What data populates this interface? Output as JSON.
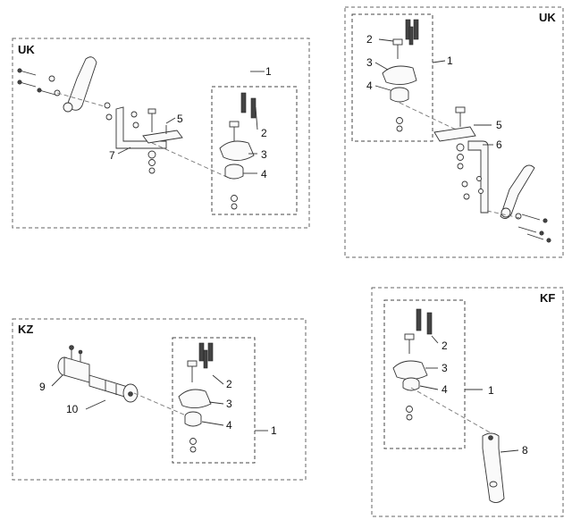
{
  "diagram": {
    "panels": [
      {
        "id": "uk-left",
        "code": "UK",
        "labels": [
          "1",
          "2",
          "3",
          "4",
          "5",
          "7"
        ]
      },
      {
        "id": "uk-right",
        "code": "UK",
        "labels": [
          "1",
          "2",
          "3",
          "4",
          "5",
          "6"
        ]
      },
      {
        "id": "kz",
        "code": "KZ",
        "labels": [
          "1",
          "2",
          "3",
          "4",
          "9",
          "10"
        ]
      },
      {
        "id": "kf",
        "code": "KF",
        "labels": [
          "1",
          "2",
          "3",
          "4",
          "8"
        ]
      }
    ]
  }
}
